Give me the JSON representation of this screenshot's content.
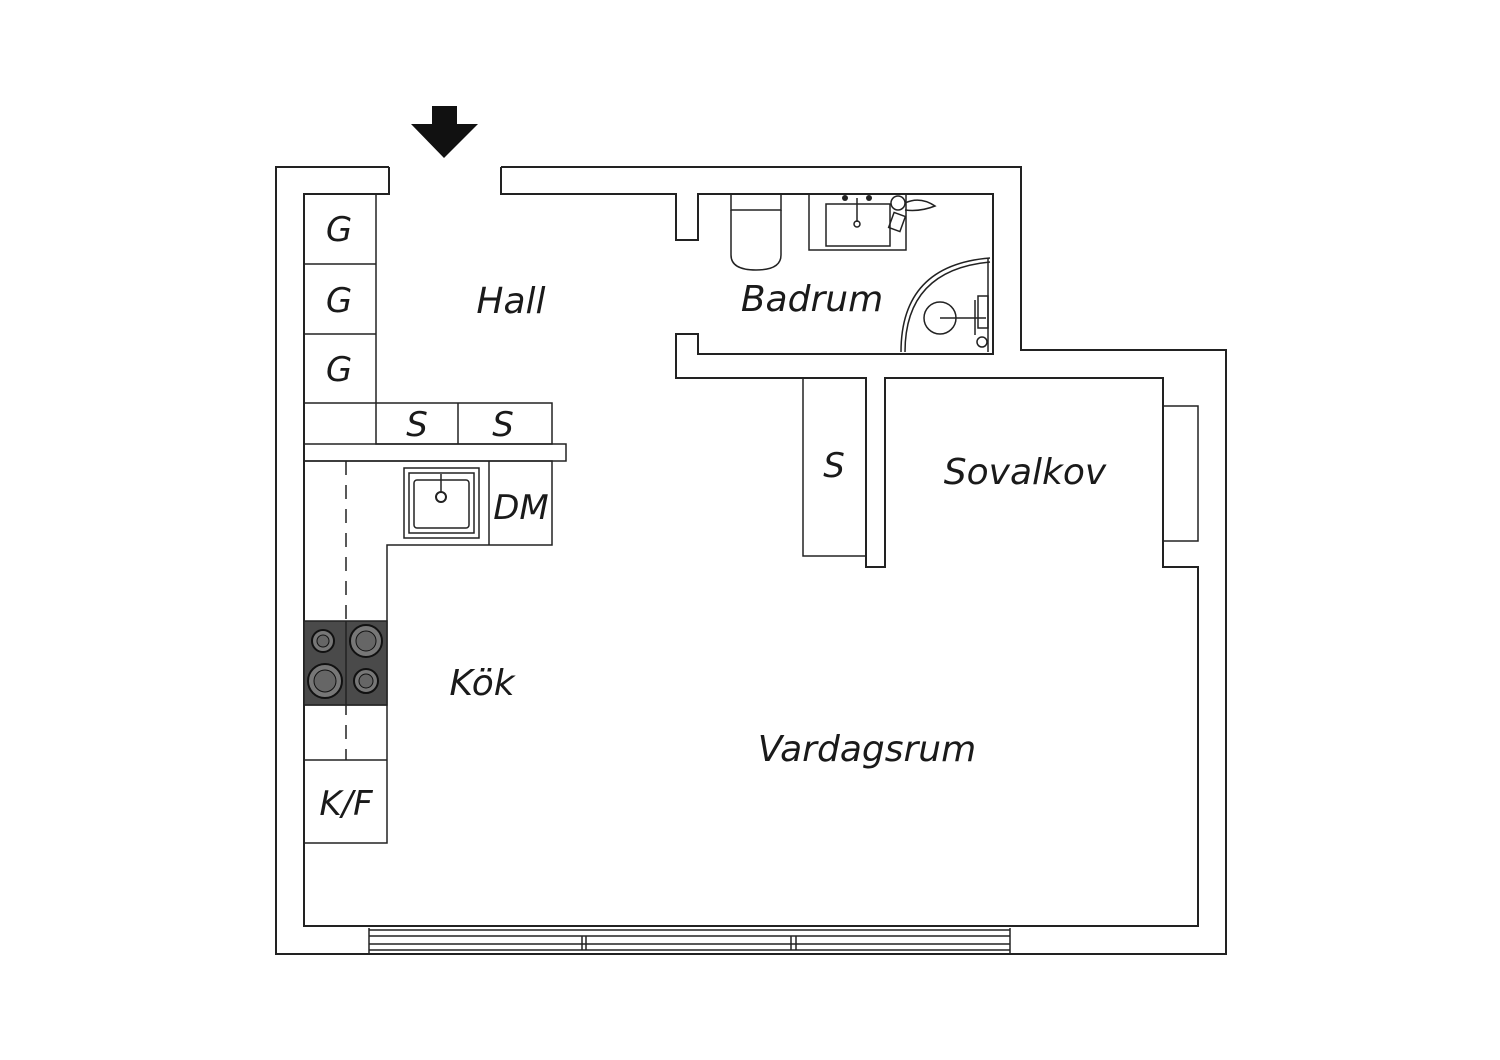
{
  "floorplan": {
    "rooms": {
      "hall": "Hall",
      "badrum": "Badrum",
      "sovalkov": "Sovalkov",
      "kok": "Kök",
      "vardagsrum": "Vardagsrum"
    },
    "fixtures": {
      "wardrobe_1": "G",
      "wardrobe_2": "G",
      "wardrobe_3": "G",
      "storage_1": "S",
      "storage_2": "S",
      "storage_3": "S",
      "dishwasher": "DM",
      "fridge_freezer": "K/F"
    },
    "colors": {
      "walls": "#222222",
      "stove": "#4a4a4a",
      "background": "#ffffff"
    },
    "icons": {
      "entrance": "entrance-arrow-icon"
    }
  }
}
